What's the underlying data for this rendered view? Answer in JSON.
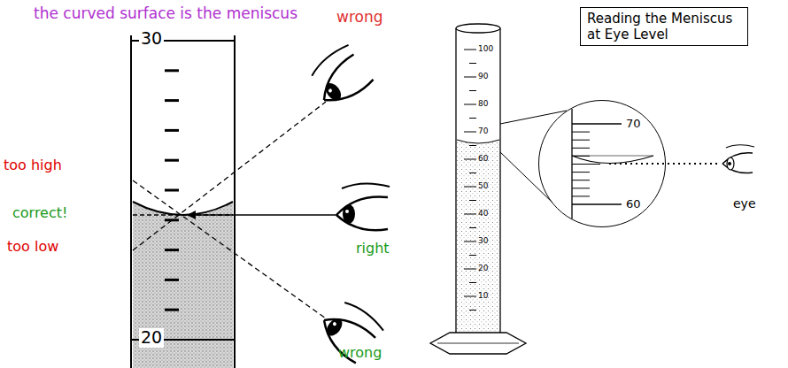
{
  "diagram": {
    "title": "the curved surface is the meniscus",
    "nodes": [
      {
        "text": [
          "Reading the Meniscus at Eye Level"
        ]
      },
      {
        "text": [
          "70",
          "60"
        ]
      }
    ],
    "labels": [
      "30",
      "20",
      "too high",
      "correct!",
      "too low",
      "wrong",
      "right",
      "wrong",
      "100",
      "90",
      "80",
      "70",
      "60",
      "50",
      "40",
      "30",
      "20",
      "10",
      "eye"
    ]
  }
}
